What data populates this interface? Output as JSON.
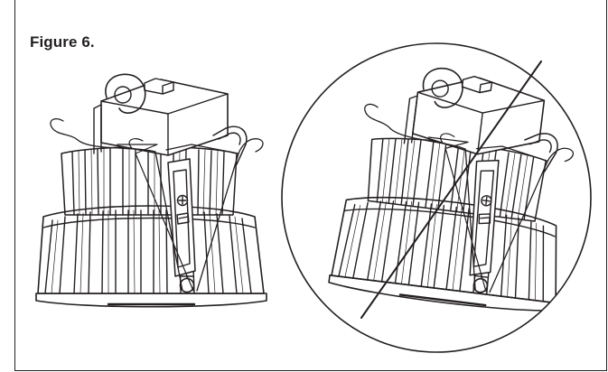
{
  "figure": {
    "caption": "Figure 6.",
    "ink_color": "#231f20",
    "background_color": "#ffffff"
  },
  "illustrations": [
    {
      "name": "downlight-correct-installation",
      "crossed_out": false
    },
    {
      "name": "downlight-incorrect-installation",
      "crossed_out": true
    }
  ]
}
